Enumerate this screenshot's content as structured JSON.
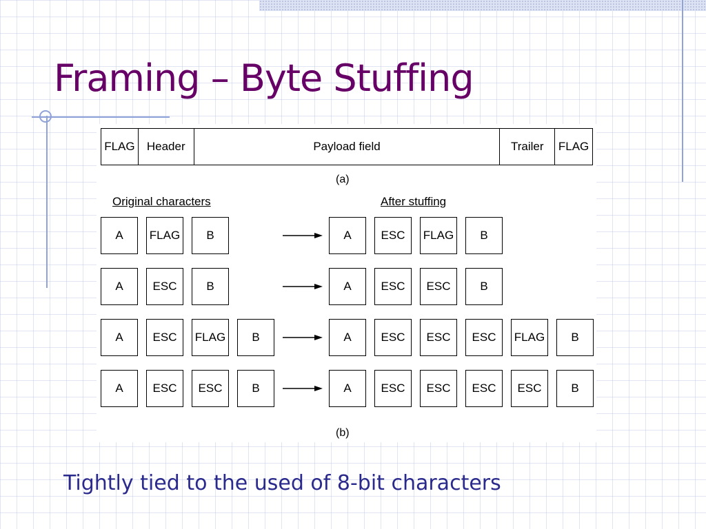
{
  "slide": {
    "title": "Framing – Byte Stuffing",
    "footer": "Tightly tied to the used of 8-bit characters",
    "title_color": "#660066",
    "footer_color": "#2a2a8c",
    "accent_color": "#8fa3d8"
  },
  "frame": {
    "fields": [
      "FLAG",
      "Header",
      "Payload field",
      "Trailer",
      "FLAG"
    ],
    "caption": "(a)"
  },
  "stuffing": {
    "original_heading": "Original characters",
    "after_heading": "After stuffing",
    "caption": "(b)",
    "rows": [
      {
        "original": [
          "A",
          "FLAG",
          "B"
        ],
        "after": [
          "A",
          "ESC",
          "FLAG",
          "B"
        ]
      },
      {
        "original": [
          "A",
          "ESC",
          "B"
        ],
        "after": [
          "A",
          "ESC",
          "ESC",
          "B"
        ]
      },
      {
        "original": [
          "A",
          "ESC",
          "FLAG",
          "B"
        ],
        "after": [
          "A",
          "ESC",
          "ESC",
          "ESC",
          "FLAG",
          "B"
        ]
      },
      {
        "original": [
          "A",
          "ESC",
          "ESC",
          "B"
        ],
        "after": [
          "A",
          "ESC",
          "ESC",
          "ESC",
          "ESC",
          "B"
        ]
      }
    ]
  }
}
